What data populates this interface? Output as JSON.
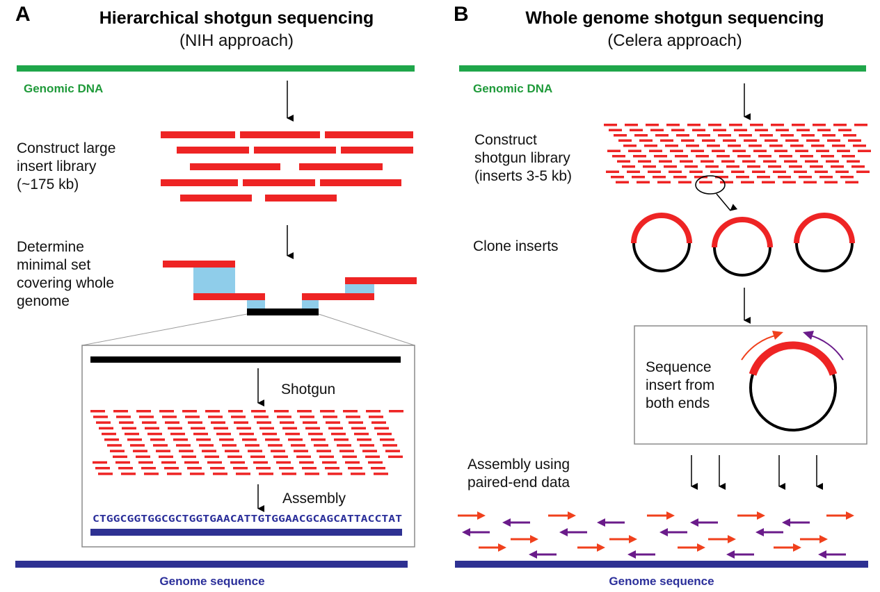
{
  "colors": {
    "green": "#1fa64a",
    "red": "#ee2424",
    "blue": "#2e3192",
    "light_blue": "#8fcdea",
    "purple": "#6a1b8a",
    "orange_red": "#f0401c",
    "gray": "#8a8a8a"
  },
  "panel_a": {
    "letter": "A",
    "title": "Hierarchical shotgun sequencing",
    "subtitle": "(NIH approach)",
    "genomic_dna_label": "Genomic DNA",
    "step1": [
      "Construct large",
      "insert library",
      "(~175 kb)"
    ],
    "step2": [
      "Determine",
      "minimal set",
      "covering whole",
      "genome"
    ],
    "shotgun_label": "Shotgun",
    "assembly_label": "Assembly",
    "sequence": "CTGGCGGTGGCGCTGGTGAACATTGTGGAACGCAGCATTACCTAT",
    "genome_sequence_label": "Genome sequence"
  },
  "panel_b": {
    "letter": "B",
    "title": "Whole genome shotgun sequencing",
    "subtitle": "(Celera approach)",
    "genomic_dna_label": "Genomic DNA",
    "step1": [
      "Construct",
      "shotgun library",
      "(inserts 3-5 kb)"
    ],
    "step2": [
      "Clone inserts"
    ],
    "step3": [
      "Sequence",
      "insert from",
      "both ends"
    ],
    "step4": [
      "Assembly using",
      "paired-end data"
    ],
    "genome_sequence_label": "Genome sequence"
  }
}
